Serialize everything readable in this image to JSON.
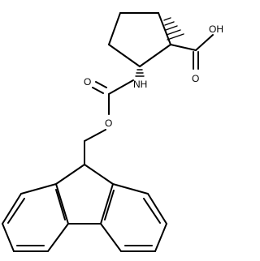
{
  "molecule": {
    "labels": {
      "acid_oh": "OH",
      "acid_carbonyl_o": "O",
      "amine_nh": "NH",
      "carbamate_o": "O",
      "ester_o": "O"
    },
    "stereo_bonds": [
      "hashed-wedge",
      "hashed-wedge"
    ]
  }
}
